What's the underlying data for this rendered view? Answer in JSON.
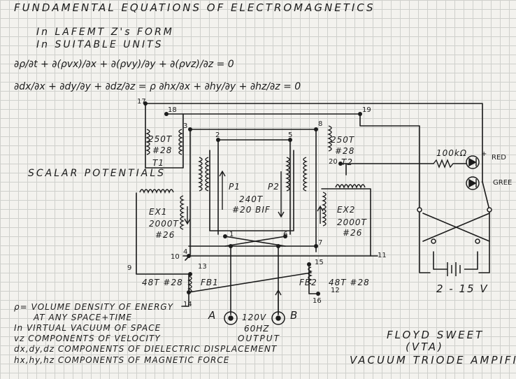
{
  "header": {
    "title": "FUNDAMENTAL EQUATIONS OF ELECTROMAGNETICS",
    "subtitle_line1": "In LAFEMT Z's FORM",
    "subtitle_line2": "In SUITABLE UNITS",
    "equation1": "∂ρ/∂t + ∂(ρvx)/∂x + ∂(ρvy)/∂y + ∂(ρvz)/∂z = 0",
    "equation2": "∂dx/∂x + ∂dy/∂y + ∂dz/∂z = ρ      ∂hx/∂x + ∂hy/∂y + ∂hz/∂z = 0"
  },
  "scalar_label": "SCALAR POTENTIALS",
  "coils": {
    "t1": {
      "turns": "250T",
      "gauge": "#28",
      "name": "T1"
    },
    "t2": {
      "turns": "250T",
      "gauge": "#28",
      "name": "T2"
    },
    "p1": {
      "name": "P1"
    },
    "p2": {
      "name": "P2"
    },
    "primary": {
      "turns": "240T",
      "gauge": "#20 BIF"
    },
    "ex1": {
      "name": "EX1",
      "turns": "2000T",
      "gauge": "#26"
    },
    "ex2": {
      "name": "EX2",
      "turns": "2000T",
      "gauge": "#26"
    },
    "fb1": {
      "spec": "48T #28",
      "name": "FB1"
    },
    "fb2": {
      "name": "FB2",
      "spec": "48T #28"
    }
  },
  "nodes": [
    "1",
    "2",
    "3",
    "4",
    "5",
    "6",
    "7",
    "8",
    "9",
    "10",
    "11",
    "12",
    "13",
    "14",
    "15",
    "16",
    "17",
    "18",
    "19",
    "20"
  ],
  "indicator": {
    "resistor": "100kΩ",
    "led_red": "RED",
    "led_green": "GREE",
    "plus": "+",
    "minus": "-"
  },
  "supply": "2 - 15 V",
  "output": {
    "terminal_a": "A",
    "terminal_b": "B",
    "voltage": "120V",
    "frequency": "60HZ",
    "label": "OUTPUT"
  },
  "legend": [
    "ρ= VOLUME DENSITY OF ENERGY",
    "AT ANY SPACE+TIME",
    "In VIRTUAL VACUUM OF SPACE",
    "vz COMPONENTS OF VELOCITY",
    "dx,dy,dz COMPONENTS OF DIELECTRIC DISPLACEMENT",
    "hx,hy,hz COMPONENTS OF MAGNETIC FORCE"
  ],
  "credit": [
    "FLOYD SWEET",
    "(VTA)",
    "VACUUM TRIODE AMPIFIE"
  ],
  "colors": {
    "ink": "#1c1c1c",
    "paper": "#f3f2ee",
    "grid": "#cfd0cc"
  }
}
